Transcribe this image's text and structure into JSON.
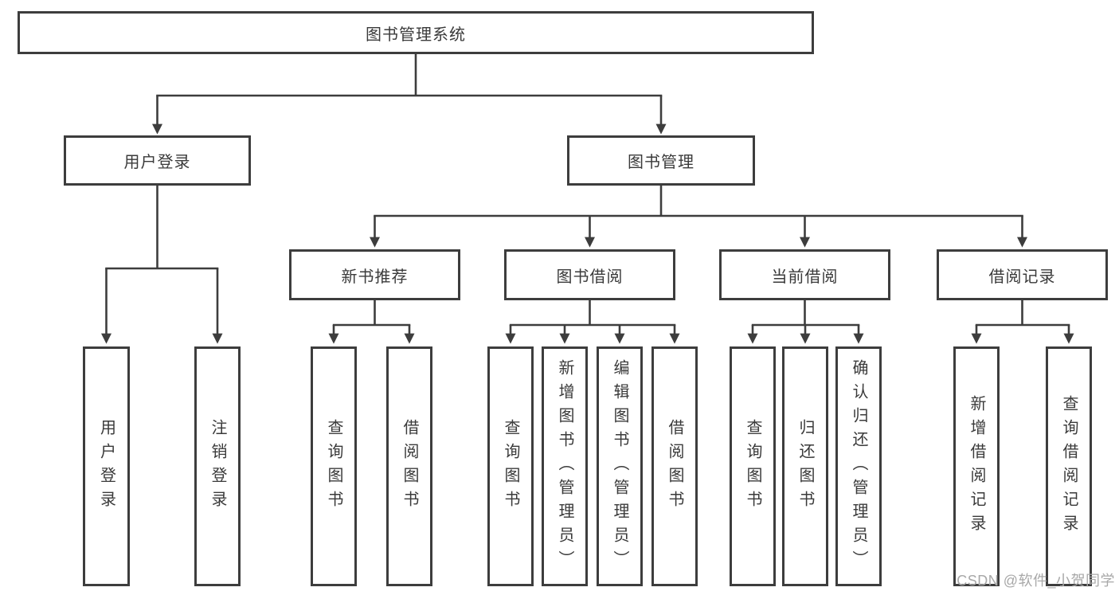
{
  "diagram": {
    "root": {
      "label": "图书管理系统"
    },
    "level2": [
      {
        "label": "用户登录"
      },
      {
        "label": "图书管理"
      }
    ],
    "level3": [
      {
        "label": "新书推荐"
      },
      {
        "label": "图书借阅"
      },
      {
        "label": "当前借阅"
      },
      {
        "label": "借阅记录"
      }
    ],
    "leaves": {
      "user_login": [
        {
          "label": "用户登录"
        },
        {
          "label": "注销登录"
        }
      ],
      "new_books": [
        {
          "label": "查询图书"
        },
        {
          "label": "借阅图书"
        }
      ],
      "book_borrow": [
        {
          "label": "查询图书"
        },
        {
          "label": "新增图书（管理员）"
        },
        {
          "label": "编辑图书（管理员）"
        },
        {
          "label": "借阅图书"
        }
      ],
      "current_borrow": [
        {
          "label": "查询图书"
        },
        {
          "label": "归还图书"
        },
        {
          "label": "确认归还（管理员）"
        }
      ],
      "borrow_records": [
        {
          "label": "新增借阅记录"
        },
        {
          "label": "查询借阅记录"
        }
      ]
    }
  },
  "watermark": {
    "text": "CSDN @软件_小贺同学"
  },
  "colors": {
    "line": "#3d3d3d",
    "text": "#3a3a3a",
    "background": "#ffffff",
    "watermark": "#a8a8a8"
  }
}
